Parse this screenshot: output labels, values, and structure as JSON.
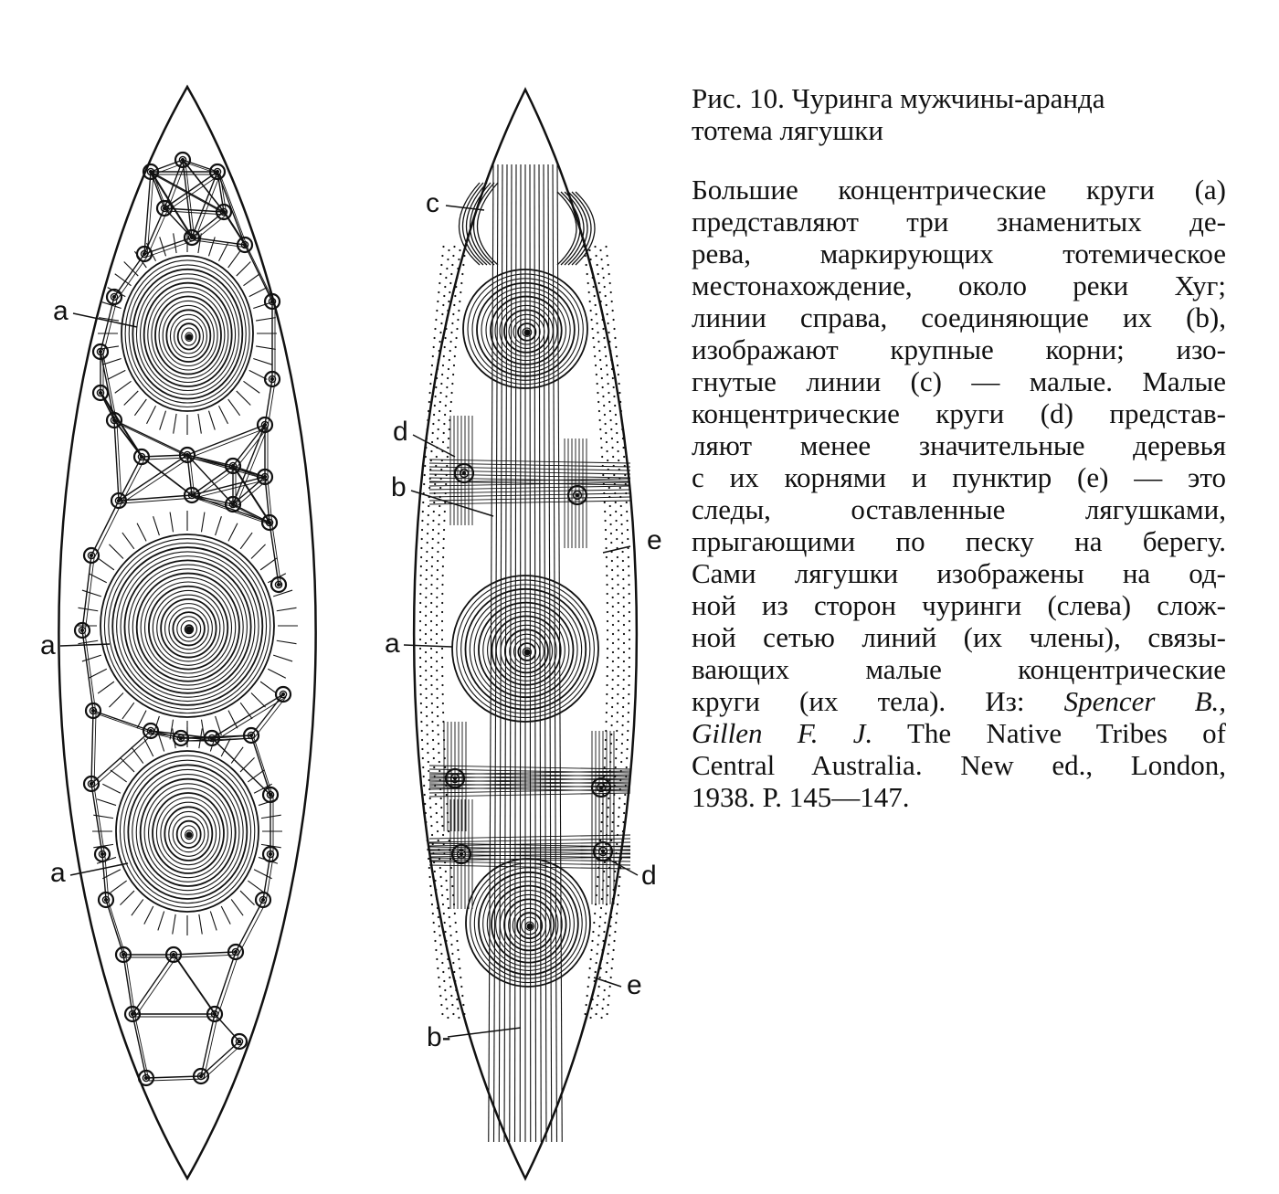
{
  "figure": {
    "labels": {
      "left_a1": "a",
      "left_a2": "a",
      "left_a3": "a",
      "right_c": "c",
      "right_d1": "d",
      "right_b1": "b",
      "right_e1": "e",
      "right_a": "a",
      "right_d2": "d",
      "right_e2": "e",
      "right_b2": "b-"
    }
  },
  "caption": {
    "title_lines": [
      "Рис. 10. Чуринга мужчины-аранда",
      "тотема лягушки"
    ],
    "body_lines": [
      "Большие концентрические круги (a)",
      "представляют три знаменитых де-",
      "рева, маркирующих тотемическое",
      "местонахождение, около реки Хуг;",
      "линии справа, соединяющие их (b),",
      "изображают крупные корни; изо-",
      "гнутые линии (c) — малые. Малые",
      "концентрические круги (d) представ-",
      "ляют менее значительные деревья",
      "с их корнями и пунктир (e) — это",
      "следы, оставленные лягушками,",
      "прыгающими по песку на берегу.",
      "Сами лягушки изображены на од-",
      "ной из сторон чуринги (слева) слож-",
      "ной сетью линий (их члены), связы-",
      "вающих малые концентрические"
    ],
    "ref_line_1": {
      "pre": "круги (их тела). Из: ",
      "author": "Spencer B.,"
    },
    "ref_line_2": {
      "author": "Gillen F. J.",
      "post": " The Native Tribes of"
    },
    "ref_line_3": "Central Australia. New ed., London,",
    "ref_line_4": "1938. P. 145—147."
  }
}
